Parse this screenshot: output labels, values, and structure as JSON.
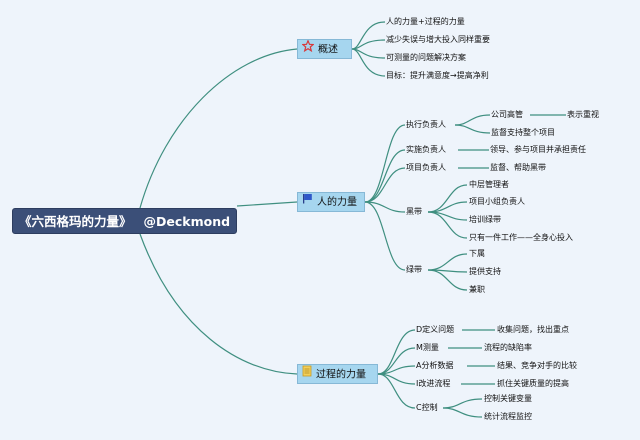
{
  "root": {
    "title": "《六西格玛的力量》",
    "author": "@Deckmond"
  },
  "branches": {
    "overview": {
      "label": "概述",
      "icon": "star-icon",
      "items": [
        "人的力量+过程的力量",
        "减少失误与增大投入同样重要",
        "可测量的问题解决方案",
        "目标：提升满意度→提高净利"
      ]
    },
    "people": {
      "label": "人的力量",
      "icon": "blue-flag-icon",
      "exec_owner": {
        "label": "执行负责人",
        "children": [
          {
            "label": "公司高管",
            "detail": "表示重视"
          },
          {
            "label": "监督支持整个项目"
          }
        ]
      },
      "impl_owner": {
        "label": "实施负责人",
        "detail": "领导、参与项目并承担责任"
      },
      "project_owner": {
        "label": "项目负责人",
        "detail": "监督、帮助黑带"
      },
      "black_belt": {
        "label": "黑带",
        "children": [
          "中层管理者",
          "项目小组负责人",
          "培训绿带",
          "只有一件工作——全身心投入"
        ]
      },
      "green_belt": {
        "label": "绿带",
        "children": [
          "下属",
          "提供支持",
          "兼职"
        ]
      }
    },
    "process": {
      "label": "过程的力量",
      "icon": "document-icon",
      "steps": [
        {
          "label": "D定义问题",
          "detail": "收集问题，找出重点"
        },
        {
          "label": "M测量",
          "detail": "流程的缺陷率"
        },
        {
          "label": "A分析数据",
          "detail": "结果、竞争对手的比较"
        },
        {
          "label": "I改进流程",
          "detail": "抓住关键质量的提高"
        }
      ],
      "control": {
        "label": "C控制",
        "children": [
          "控制关键变量",
          "统计流程监控"
        ]
      }
    }
  },
  "colors": {
    "root_bg": "#3b4f78",
    "branch_bg": "#a6d6ef",
    "edge": "#3f8f80",
    "canvas": "#eef4fb"
  }
}
